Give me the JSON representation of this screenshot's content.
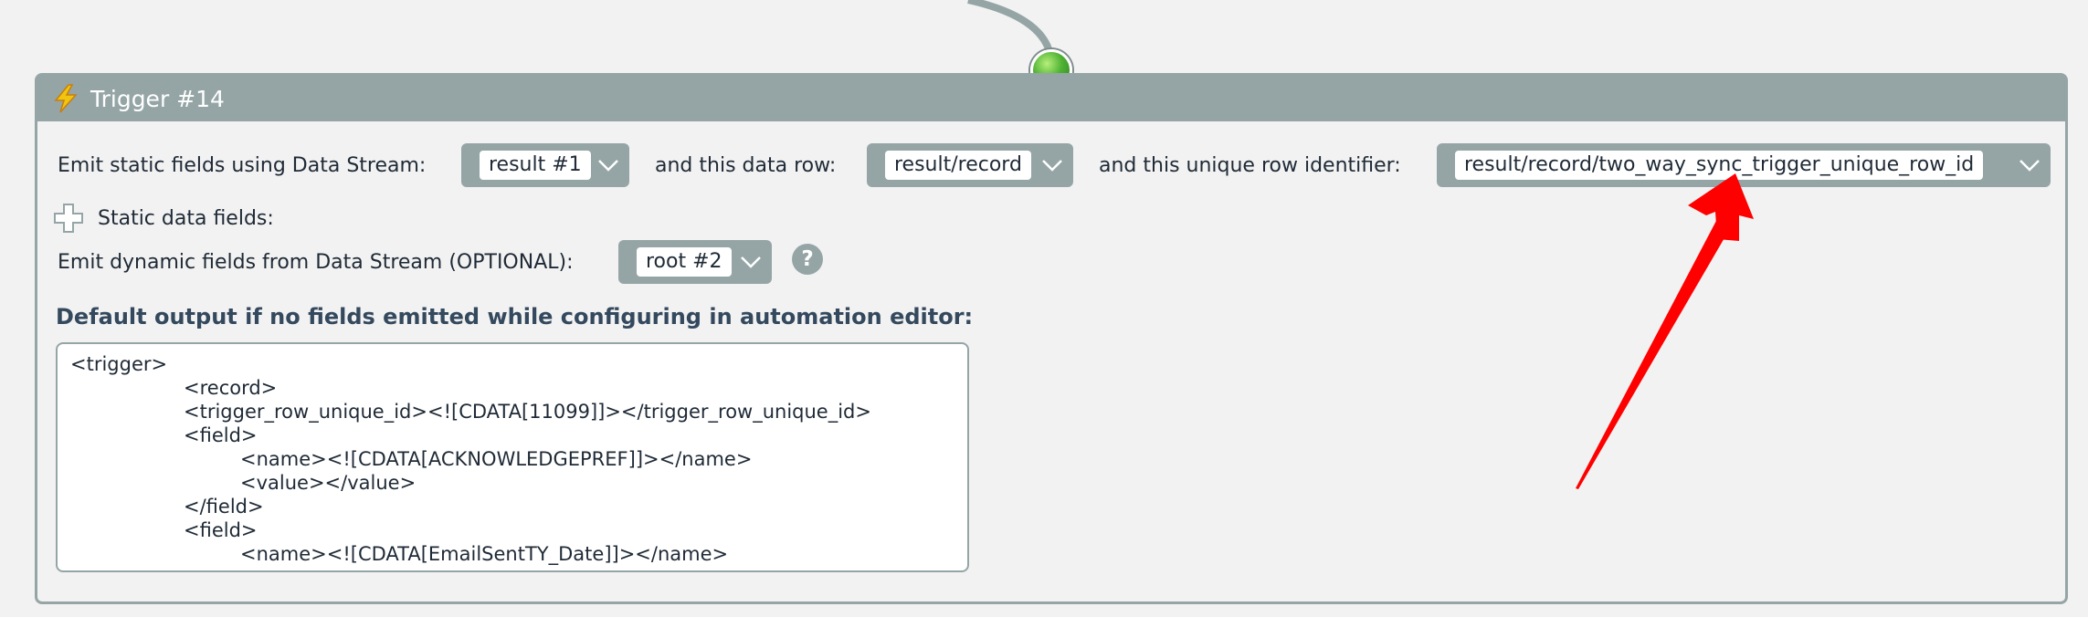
{
  "trigger": {
    "title": "Trigger #14"
  },
  "static_row": {
    "stream_label": "Emit static fields using Data Stream:",
    "stream_value": "result #1",
    "data_row_label": "and this data row:",
    "data_row_value": "result/record",
    "identifier_label": "and this unique row identifier:",
    "identifier_value": "result/record/two_way_sync_trigger_unique_row_id"
  },
  "static_fields": {
    "label": "Static data fields:"
  },
  "dynamic_row": {
    "label": "Emit dynamic fields from Data Stream (OPTIONAL):",
    "value": "root #2",
    "help_glyph": "?"
  },
  "default_output": {
    "heading": "Default output if no fields emitted while configuring in automation editor:",
    "lines": [
      "<trigger>",
      "<record>",
      "<trigger_row_unique_id><![CDATA[11099]]></trigger_row_unique_id>",
      "<field>",
      "<name><![CDATA[ACKNOWLEDGEPREF]]></name>",
      "<value></value>",
      "</field>",
      "<field>",
      "<name><![CDATA[EmailSentTY_Date]]></name>"
    ]
  },
  "colors": {
    "header": "#95a5a6",
    "background": "#f2f2f2",
    "heading_text": "#34495e",
    "node_green": "#4fb234",
    "arrow_red": "#ff0000",
    "bolt_yellow": "#f1c40f"
  },
  "icons": {
    "trigger": "lightning-bolt-icon",
    "node": "connection-node-icon",
    "add": "plus-outline-icon",
    "dropdown": "chevron-down-icon",
    "help": "question-mark-icon",
    "annotation": "red-arrow"
  }
}
